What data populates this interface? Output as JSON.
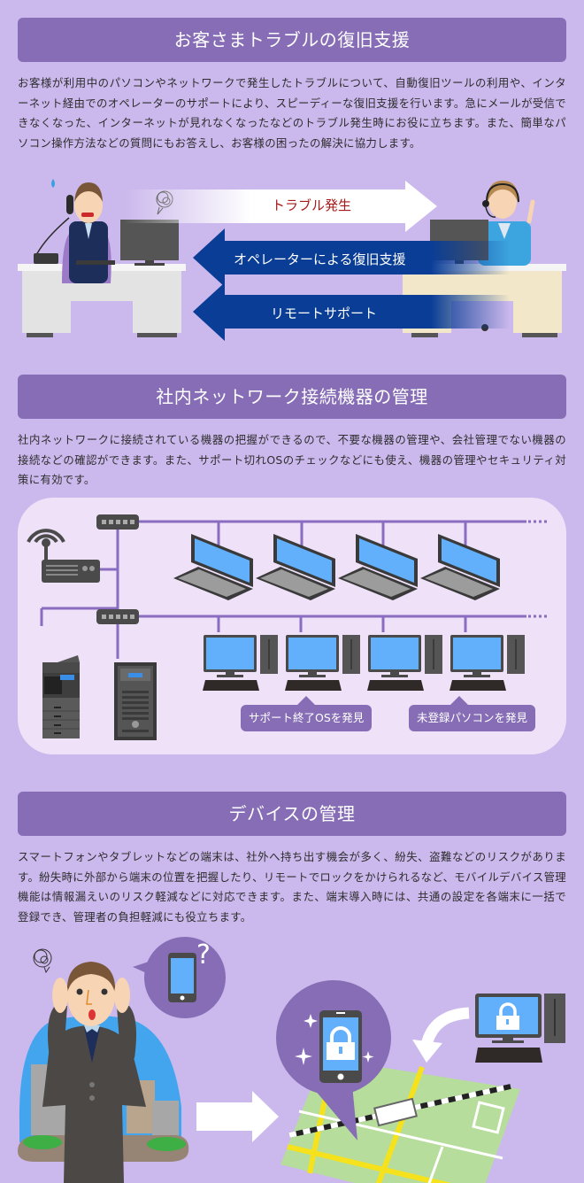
{
  "colors": {
    "background": "#cbb8ec",
    "header_bg": "#866db5",
    "panel_bg": "#efe2f8",
    "network_line": "#8a6cc0",
    "screen_blue": "#62b0fb",
    "arrow_blue": "#0a3d96",
    "trouble_red": "#a81a1a"
  },
  "sections": [
    {
      "title": "お客さまトラブルの復旧支援",
      "body": "お客様が利用中のパソコンやネットワークで発生したトラブルについて、自動復旧ツールの利用や、インターネット経由でのオペレーターのサポートにより、スピーディーな復旧支援を行います。急にメールが受信できなくなった、インターネットが見れなくなったなどのトラブル発生時にお役に立ちます。また、簡単なパソコン操作方法などの質問にもお答えし、お客様の困ったの解決に協力します。",
      "illustration": {
        "arrows": [
          {
            "label": "トラブル発生",
            "direction": "right"
          },
          {
            "label": "オペレーターによる復旧支援",
            "direction": "left"
          },
          {
            "label": "リモートサポート",
            "direction": "left"
          }
        ]
      }
    },
    {
      "title": "社内ネットワーク接続機器の管理",
      "body": "社内ネットワークに接続されている機器の把握ができるので、不要な機器の管理や、会社管理でない機器の接続などの確認ができます。また、サポート切れOSのチェックなどにも使え、機器の管理やセキュリティ対策に有効です。",
      "illustration": {
        "tags": [
          "サポート終了OSを発見",
          "未登録パソコンを発見"
        ]
      }
    },
    {
      "title": "デバイスの管理",
      "body": "スマートフォンやタブレットなどの端末は、社外へ持ち出す機会が多く、紛失、盗難などのリスクがあります。紛失時に外部から端末の位置を把握したり、リモートでロックをかけられるなど、モバイルデバイス管理機能は情報漏えいのリスク軽減などに対応できます。また、端末導入時には、共通の設定を各端末に一括で登録でき、管理者の負担軽減にも役立ちます。",
      "illustration": {
        "question_mark": "?"
      }
    }
  ]
}
